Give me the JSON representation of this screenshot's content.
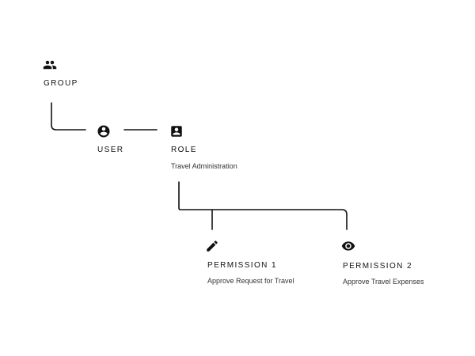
{
  "nodes": {
    "group": {
      "label": "GROUP",
      "icon": "group-icon"
    },
    "user": {
      "label": "USER",
      "icon": "user-icon"
    },
    "role": {
      "label": "ROLE",
      "description": "Travel Administration",
      "icon": "role-icon"
    },
    "permission1": {
      "label": "PERMISSION 1",
      "description": "Approve Request for Travel",
      "icon": "pencil-icon"
    },
    "permission2": {
      "label": "PERMISSION 2",
      "description": "Approve Travel Expenses",
      "icon": "eye-icon"
    }
  },
  "colors": {
    "ink": "#111111",
    "background": "#ffffff"
  }
}
